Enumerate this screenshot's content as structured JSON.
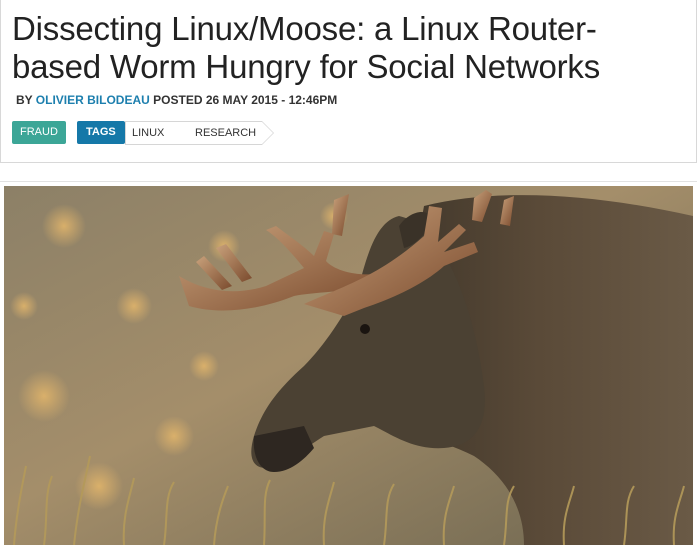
{
  "article": {
    "title": "Dissecting Linux/Moose: a Linux Router-based Worm Hungry for Social Networks",
    "byline_prefix": "BY",
    "author": "OLIVIER BILODEAU",
    "posted_label": "POSTED",
    "date": "26 MAY 2015 - 12:46PM"
  },
  "category": {
    "label": "FRAUD",
    "color": "#3ca697"
  },
  "tags": {
    "heading": "TAGS",
    "heading_color": "#1578a8",
    "items": [
      "LINUX",
      "RESEARCH"
    ]
  },
  "hero_image": {
    "subject": "moose-photo"
  },
  "colors": {
    "link": "#1d7fae",
    "title": "#222222"
  }
}
